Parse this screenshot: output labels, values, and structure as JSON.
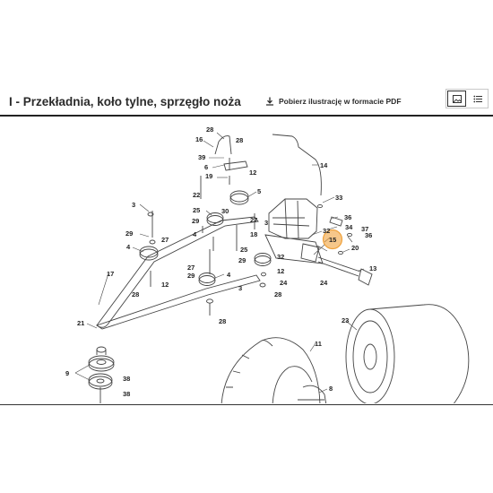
{
  "header": {
    "title": "I - Przekładnia, koło tylne, sprzęgło noża",
    "pdf_link": "Pobierz ilustrację w formacie PDF"
  },
  "view_toggle": {
    "active": "image-view"
  },
  "diagram": {
    "highlight_color": "#f0a23c",
    "highlighted_part": "15",
    "labels": {
      "l28a": "28",
      "l16": "16",
      "l28b": "28",
      "l39": "39",
      "l6": "6",
      "l12a": "12",
      "l19": "19",
      "l14": "14",
      "l3a": "3",
      "l22": "22",
      "l5": "5",
      "l33": "33",
      "l25a": "25",
      "l30": "30",
      "l29a": "29",
      "l27a": "27",
      "l36a": "36",
      "l3b": "3",
      "l4a": "4",
      "l18": "18",
      "l32a": "32",
      "l34": "34",
      "l15": "15",
      "l37": "37",
      "l36b": "36",
      "l29b": "29",
      "l27b": "27",
      "l25b": "25",
      "l20": "20",
      "l4b": "4",
      "l17": "17",
      "l32b": "32",
      "l29c": "29",
      "l27c": "27",
      "l29d": "29",
      "l13": "13",
      "l12b": "12",
      "l24a": "24",
      "l24b": "24",
      "l28c": "28",
      "l4c": "4",
      "l12c": "12",
      "l28d": "28",
      "l3c": "3",
      "l21": "21",
      "l23": "23",
      "l28e": "28",
      "l11": "11",
      "l9": "9",
      "l38a": "38",
      "l38b": "38",
      "l8": "8"
    }
  }
}
